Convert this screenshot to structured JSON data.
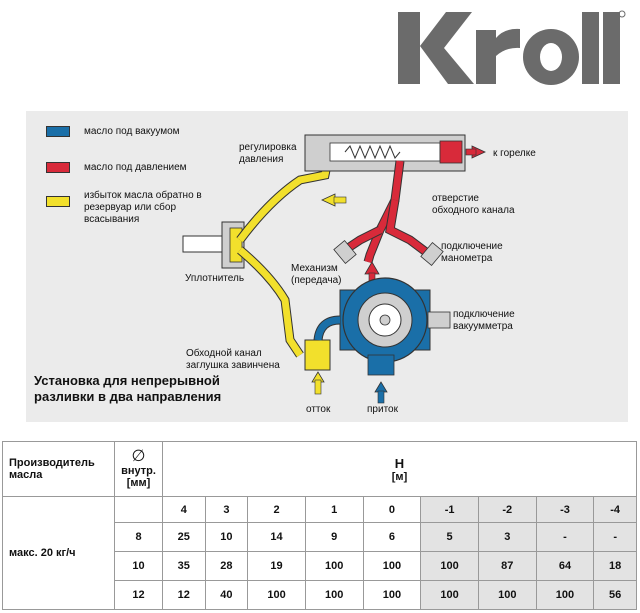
{
  "logo": {
    "text": "Kroll",
    "color": "#6b6b6b",
    "accent": "#d42a2a"
  },
  "legend": {
    "items": [
      {
        "label": "масло под вакуумом",
        "color": "#1a6fa8"
      },
      {
        "label": "масло под давлением",
        "color": "#d82a3a"
      },
      {
        "label": "избыток масла обратно в резервуар или сбор всасывания",
        "color": "#f2e02c"
      }
    ]
  },
  "diagram": {
    "labels": {
      "pressure_regulation": "регулировка давления",
      "to_burner": "к горелке",
      "bypass_hole": "отверстие обходного канала",
      "seal": "Уплотнитель",
      "mechanism": "Механизм (передача)",
      "gauge_connection": "подключение манометра",
      "vacuum_connection": "подключение вакуумметра",
      "bypass_channel": "Обходной канал заглушка завинчена",
      "outflow": "отток",
      "inflow": "приток"
    },
    "caption": "Установка для непрерывной разливки в два направления"
  },
  "table": {
    "manufacturer_header": "Производитель масла",
    "diameter_symbol": "∅",
    "diameter_header": "внутр. [мм]",
    "h_header": "H",
    "h_unit": "[м]",
    "columns": [
      "4",
      "3",
      "2",
      "1",
      "0",
      "-1",
      "-2",
      "-3",
      "-4"
    ],
    "row_label": "макс. 20 кг/ч",
    "rows": [
      {
        "diameter": "8",
        "values": [
          "25",
          "10",
          "14",
          "9",
          "6",
          "5",
          "3",
          "-",
          "-"
        ]
      },
      {
        "diameter": "10",
        "values": [
          "35",
          "28",
          "19",
          "100",
          "100",
          "100",
          "87",
          "64",
          "18"
        ]
      },
      {
        "diameter": "12",
        "values": [
          "12",
          "40",
          "100",
          "100",
          "100",
          "100",
          "100",
          "100",
          "56"
        ]
      }
    ]
  }
}
